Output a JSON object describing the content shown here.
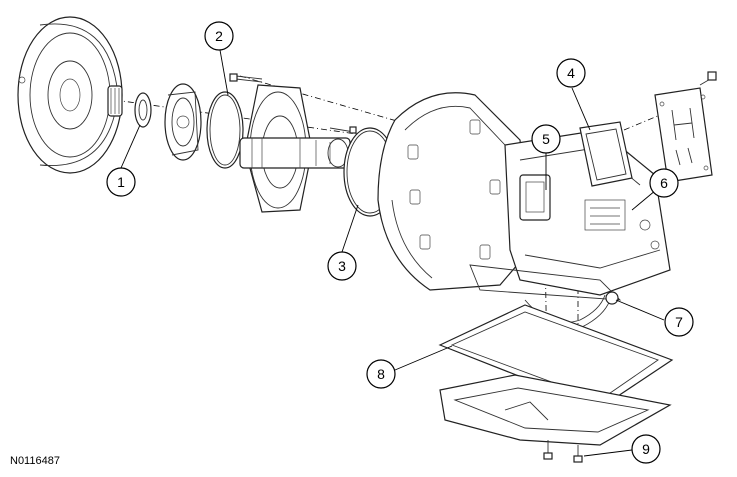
{
  "figure": {
    "reference_code": "N0116487",
    "callouts": [
      "1",
      "2",
      "3",
      "4",
      "5",
      "6",
      "7",
      "8",
      "9"
    ]
  }
}
